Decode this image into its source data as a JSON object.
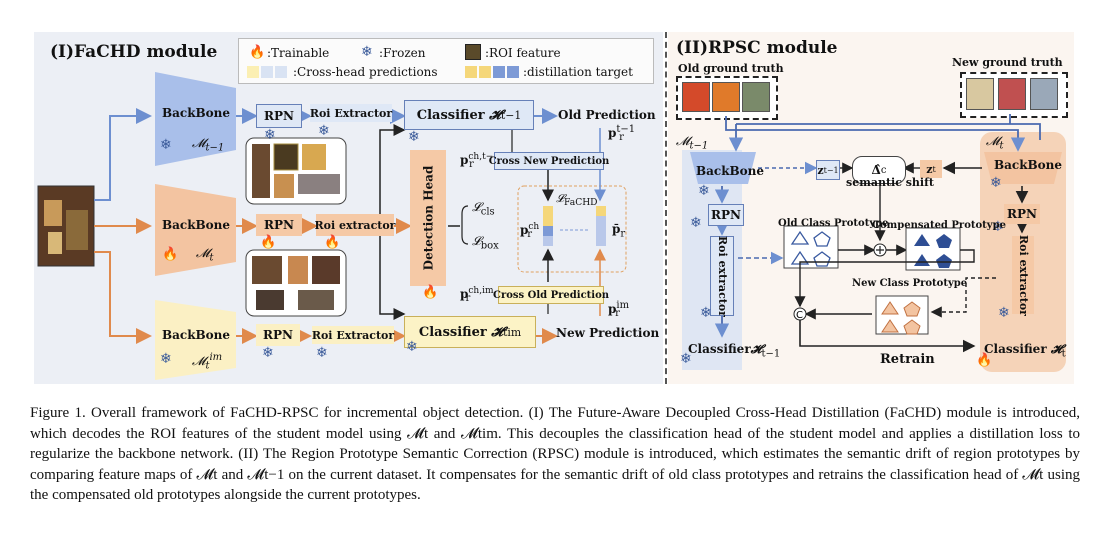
{
  "left": {
    "title": "(I)FaCHD module",
    "legend": {
      "trainable": ":Trainable",
      "frozen": ":Frozen",
      "roi_feature": ":ROI feature",
      "cross_head": ":Cross-head predictions",
      "distill": ":distillation target"
    },
    "backbone_label": "BackBone",
    "model_prev": "𝓜",
    "model_prev_sub": "t−1",
    "model_cur": "𝓜",
    "model_cur_sub": "t",
    "model_im": "𝓜",
    "model_im_sub": "t",
    "model_im_sup": "im",
    "rpn": "RPN",
    "roi_extractor_top": "Roi Extractor",
    "roi_extractor_mid": "Roi extractor",
    "roi_extractor_bot": "Roi Extractor",
    "classifier": "Classifier",
    "classifier_top_sym": "𝓗",
    "classifier_top_sub": "t−1",
    "classifier_bot_sym": "𝓗",
    "classifier_bot_sub": "t",
    "classifier_bot_sup": "im",
    "old_prediction": "Old Prediction",
    "new_prediction": "New Prediction",
    "cross_new_prediction": "Cross New Prediction",
    "cross_old_prediction": "Cross Old Prediction",
    "detection_head": "Detection Head",
    "loss_cls": "𝓛",
    "loss_cls_sub": "cls",
    "loss_box": "𝓛",
    "loss_box_sub": "box",
    "loss_fachd": "𝓛",
    "loss_fachd_sub": "FaCHD",
    "p_r": "p",
    "p_r_sub": "r",
    "p_old_sup": "t−1",
    "p_ch_old_sup": "ch,t−1",
    "p_ch_sup": "ch",
    "p_ch_im_sup": "ch,im",
    "p_im_sup": "im",
    "p_bar": "p̄",
    "p_bar_sub": "r"
  },
  "right": {
    "title": "(II)RPSC module",
    "old_gt": "Old ground truth",
    "new_gt": "New ground truth",
    "model_prev": "𝓜",
    "model_prev_sub": "t−1",
    "model_cur": "𝓜",
    "model_cur_sub": "t",
    "backbone_label": "BackBone",
    "rpn": "RPN",
    "roi_extractor": "Roi extractor",
    "z_prev": "z",
    "z_prev_sub": "t−1",
    "z_cur": "z",
    "z_cur_sub": "t",
    "delta": "Δ̂",
    "delta_sub": "c",
    "semantic_shift": "semantic shift",
    "old_proto": "Old Class Prototype",
    "comp_proto": "Compensated Prototype",
    "new_proto": "New Class Prototype",
    "retrain": "Retrain",
    "classifier_prev": "Classifier",
    "classifier_prev_sym": "𝓗",
    "classifier_prev_sub": "t−1",
    "classifier_cur": "Classifier",
    "classifier_cur_sym": "𝓗",
    "classifier_cur_sub": "t",
    "concat_symbol": "©",
    "plus_symbol": "⊕"
  },
  "caption": {
    "text": "Figure 1. Overall framework of FaCHD-RPSC for incremental object detection. (I) The Future-Aware Decoupled Cross-Head Distillation (FaCHD) module is introduced, which decodes the ROI features of the student model using 𝓜t and 𝓜tim. This decouples the classification head of the student model and applies a distillation loss to regularize the backbone network. (II) The Region Prototype Semantic Correction (RPSC) module is introduced, which estimates the semantic drift of region prototypes by comparing feature maps of 𝓜t and 𝓜t−1 on the current dataset. It compensates for the semantic drift of old class prototypes and retrains the classification head of 𝓜t using the compensated old prototypes alongside the current prototypes."
  },
  "icons": [
    "flame-icon",
    "snowflake-icon",
    "roi-feature-icon",
    "concat-icon",
    "plus-icon"
  ],
  "colors": {
    "blue_branch": "#6d8fd0",
    "orange_branch": "#e59a5f",
    "yellow_branch": "#f6e9a8",
    "panel_left": "#eceff5",
    "panel_right": "#fbf5f0"
  }
}
